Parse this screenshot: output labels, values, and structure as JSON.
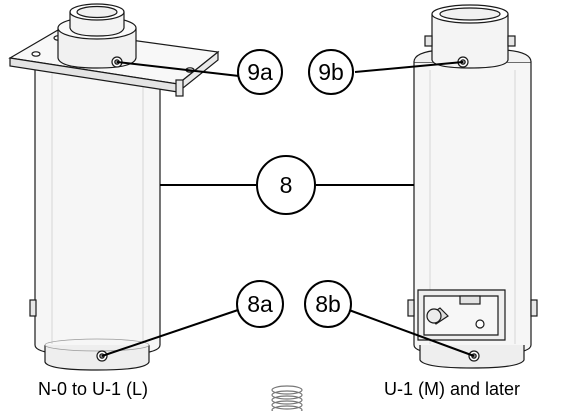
{
  "callouts": {
    "c9a": "9a",
    "c9b": "9b",
    "c8": "8",
    "c8a": "8a",
    "c8b": "8b"
  },
  "captions": {
    "left": "N-0 to U-1 (L)",
    "right": "U-1 (M) and later"
  },
  "icons": {
    "small_spring": "coil-spring-icon"
  },
  "colors": {
    "line": "#1a1a1a",
    "body_gray": "#f4f4f4",
    "detail_gray": "#bdbdbd"
  }
}
